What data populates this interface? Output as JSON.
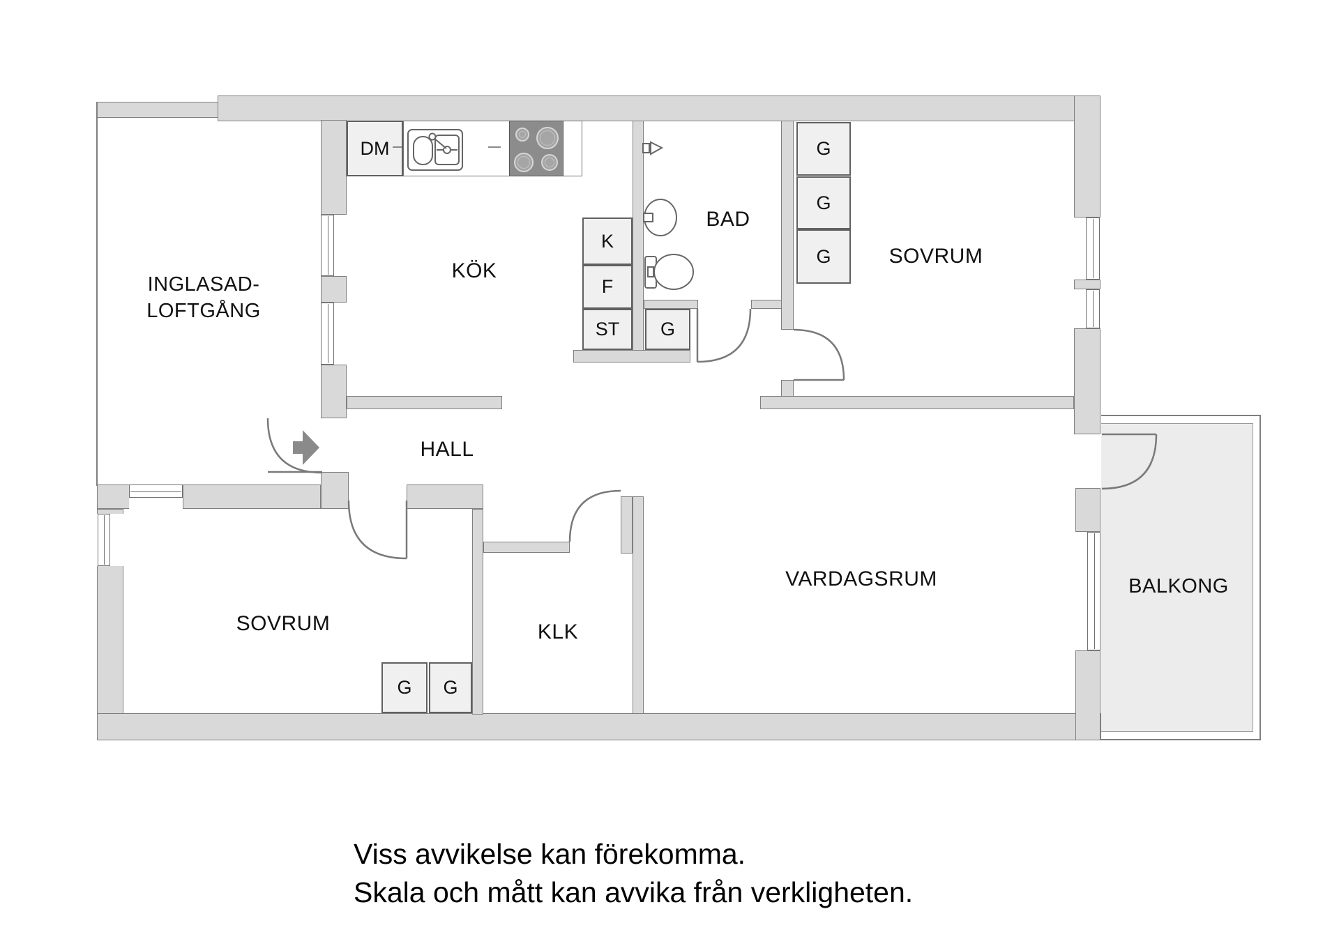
{
  "colors": {
    "wall_fill": "#d9d9d9",
    "wall_outline": "#7f7f7f",
    "balcony_fill": "#ececec",
    "stove_fill": "#8c8c8c",
    "cabinet_fill": "#f0f0f0",
    "arrow_fill": "#8a8a8a",
    "text": "#111111"
  },
  "rooms": {
    "loftgang": {
      "line1": "INGLASAD-",
      "line2": "LOFTGÅNG"
    },
    "kok": {
      "label": "KÖK"
    },
    "bad": {
      "label": "BAD"
    },
    "sovrum_top": {
      "label": "SOVRUM"
    },
    "hall": {
      "label": "HALL"
    },
    "sovrum_bottom": {
      "label": "SOVRUM"
    },
    "klk": {
      "label": "KLK"
    },
    "vardagsrum": {
      "label": "VARDAGSRUM"
    },
    "balkong": {
      "label": "BALKONG"
    }
  },
  "labels": {
    "dishwasher": "DM",
    "fridge": "K",
    "freezer": "F",
    "pantry": "ST",
    "wardrobe": "G"
  },
  "disclaimer": {
    "line1": "Viss avvikelse kan förekomma.",
    "line2": "Skala och mått kan avvika från verkligheten."
  }
}
